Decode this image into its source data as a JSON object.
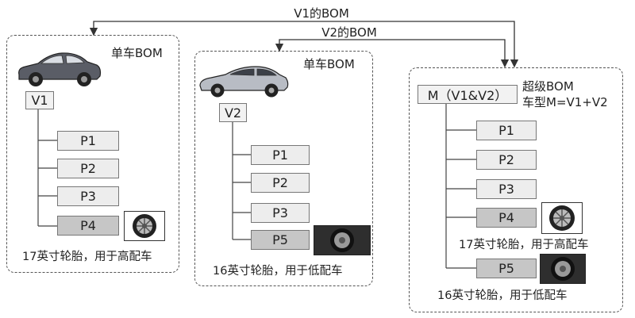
{
  "arrows": {
    "v1_bom": "V1的BOM",
    "v2_bom": "V2的BOM"
  },
  "panel_single_1": {
    "title": "单车BOM",
    "root": "V1",
    "parts": [
      "P1",
      "P2",
      "P3",
      "P4"
    ],
    "highlight_part": "P4",
    "caption": "17英寸轮胎，用于高配车",
    "icons": [
      "car-icon",
      "wheel-17-icon"
    ]
  },
  "panel_single_2": {
    "title": "单车BOM",
    "root": "V2",
    "parts": [
      "P1",
      "P2",
      "P3",
      "P5"
    ],
    "highlight_part": "P5",
    "caption": "16英寸轮胎，用于低配车",
    "icons": [
      "car-icon",
      "wheel-16-icon"
    ]
  },
  "panel_super": {
    "title": "超级BOM",
    "subtitle": "车型M=V1+V2",
    "root": "M（V1&V2）",
    "parts": [
      "P1",
      "P2",
      "P3",
      "P4",
      "P5"
    ],
    "caption_p4": "17英寸轮胎，用于高配车",
    "caption_p5": "16英寸轮胎，用于低配车",
    "icons": [
      "wheel-17-icon",
      "wheel-16-icon"
    ]
  },
  "colors": {
    "box_fill": "#ededed",
    "highlight_fill": "#c6c6c6",
    "border": "#777777",
    "dashed_border": "#555555"
  }
}
